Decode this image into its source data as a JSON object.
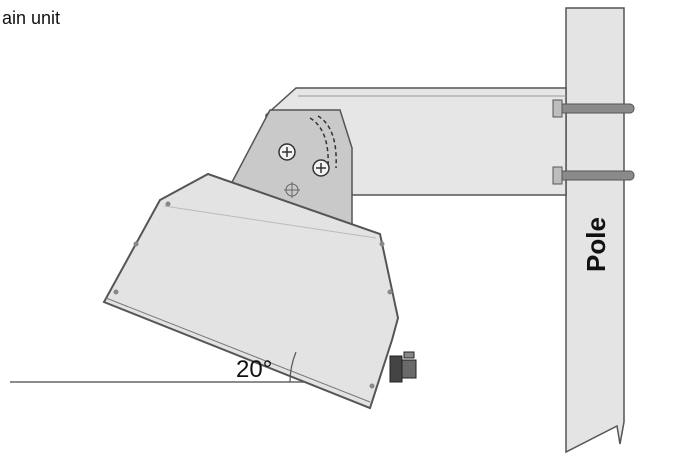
{
  "labels": {
    "main_unit": "ain unit",
    "pole": "Pole",
    "angle": "20°"
  },
  "colors": {
    "pole_fill": "#e4e4e4",
    "arm_fill": "#e6e6e6",
    "bracket_fill": "#c9c9c9",
    "housing_fill": "#e3e3e3",
    "outline": "#555555",
    "bolt": "#7a7a7a"
  }
}
